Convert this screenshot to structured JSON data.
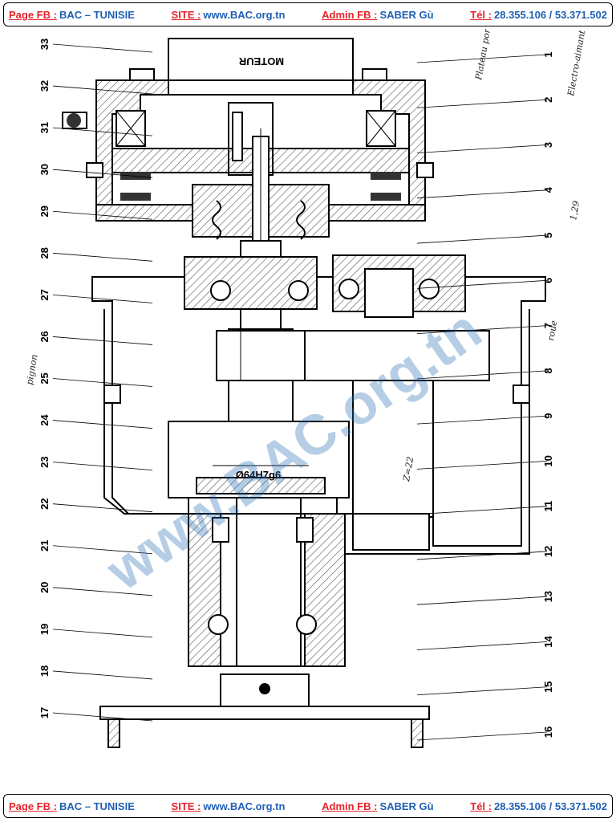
{
  "banner": {
    "page_label": "Page FB :",
    "page_value": "BAC – TUNISIE",
    "site_label": "SITE :",
    "site_value": "www.BAC.org.tn",
    "admin_label": "Admin FB :",
    "admin_value": "SABER Gù",
    "tel_label": "Tél :",
    "tel_value": "28.355.106 / 53.371.502"
  },
  "drawing": {
    "motor_label": "MOTEUR",
    "dimension": "Ø64H7g6",
    "watermark": "www.BAC.org.tn",
    "part_numbers_right": [
      "1",
      "2",
      "3",
      "4",
      "5",
      "6",
      "7",
      "8",
      "9",
      "10",
      "11",
      "12",
      "13",
      "14",
      "15",
      "16"
    ],
    "part_numbers_left": [
      "33",
      "32",
      "31",
      "30",
      "29",
      "28",
      "27",
      "26",
      "25",
      "24",
      "23",
      "22",
      "21",
      "20",
      "19",
      "18",
      "17"
    ],
    "handwritten": {
      "note_a": "Plateau porte",
      "note_b": "Electro-aimant",
      "note_c": "1,29",
      "note_d": "roue",
      "note_e": "pignon",
      "note_f": "Z=22"
    }
  }
}
